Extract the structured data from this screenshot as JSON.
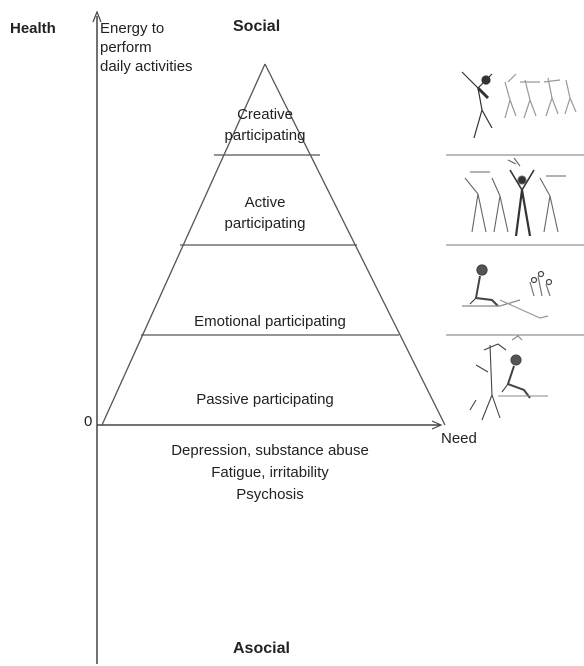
{
  "axes": {
    "y_label": "Health",
    "y_description": [
      "Energy to",
      "perform",
      "daily activities"
    ],
    "x_label": "Need",
    "origin_label": "0"
  },
  "top_label": "Social",
  "bottom_label": "Asocial",
  "levels": [
    {
      "lines": [
        "Creative",
        "participating"
      ]
    },
    {
      "lines": [
        "Active",
        "participating"
      ]
    },
    {
      "lines": [
        "Emotional participating"
      ]
    },
    {
      "lines": [
        "Passive participating"
      ]
    }
  ],
  "below_base": [
    "Depression, substance abuse",
    "Fatigue, irritability",
    "Psychosis"
  ],
  "illustrations": [
    {
      "icon": "jumping-people-icon"
    },
    {
      "icon": "dancing-group-icon"
    },
    {
      "icon": "sitting-person-outdoors-icon"
    },
    {
      "icon": "person-sitting-under-tree-icon"
    }
  ],
  "colors": {
    "line": "#444444",
    "text": "#222222",
    "separator": "#777777"
  }
}
